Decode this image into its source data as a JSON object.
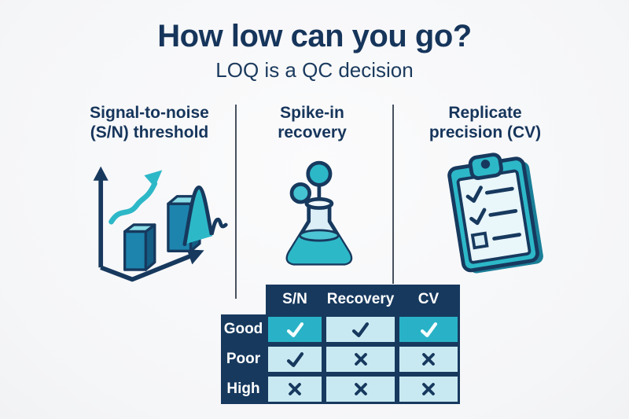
{
  "page": {
    "title": "How low can you go?",
    "subtitle": "LOQ is a QC decision"
  },
  "columns": [
    {
      "label": "Signal-to-noise (S/N) threshold",
      "icon": "bar-chart-icon"
    },
    {
      "label": "Spike-in recovery",
      "icon": "flask-icon"
    },
    {
      "label": "Replicate precision (CV)",
      "icon": "clipboard-icon"
    }
  ],
  "qc_table": {
    "col_headers": [
      "S/N",
      "Recovery",
      "CV"
    ],
    "row_headers": [
      "Good",
      "Poor",
      "High"
    ],
    "cells": [
      [
        "check",
        "check",
        "check"
      ],
      [
        "check",
        "cross",
        "cross"
      ],
      [
        "cross",
        "cross",
        "cross"
      ]
    ],
    "teal_cells": [
      [
        0,
        0
      ],
      [
        0,
        2
      ]
    ]
  },
  "colors": {
    "navy": "#17395e",
    "teal": "#2db5c8",
    "light_cell": "#c9e9f2",
    "text_navy": "#16355b",
    "background": "#f6f7f8"
  }
}
